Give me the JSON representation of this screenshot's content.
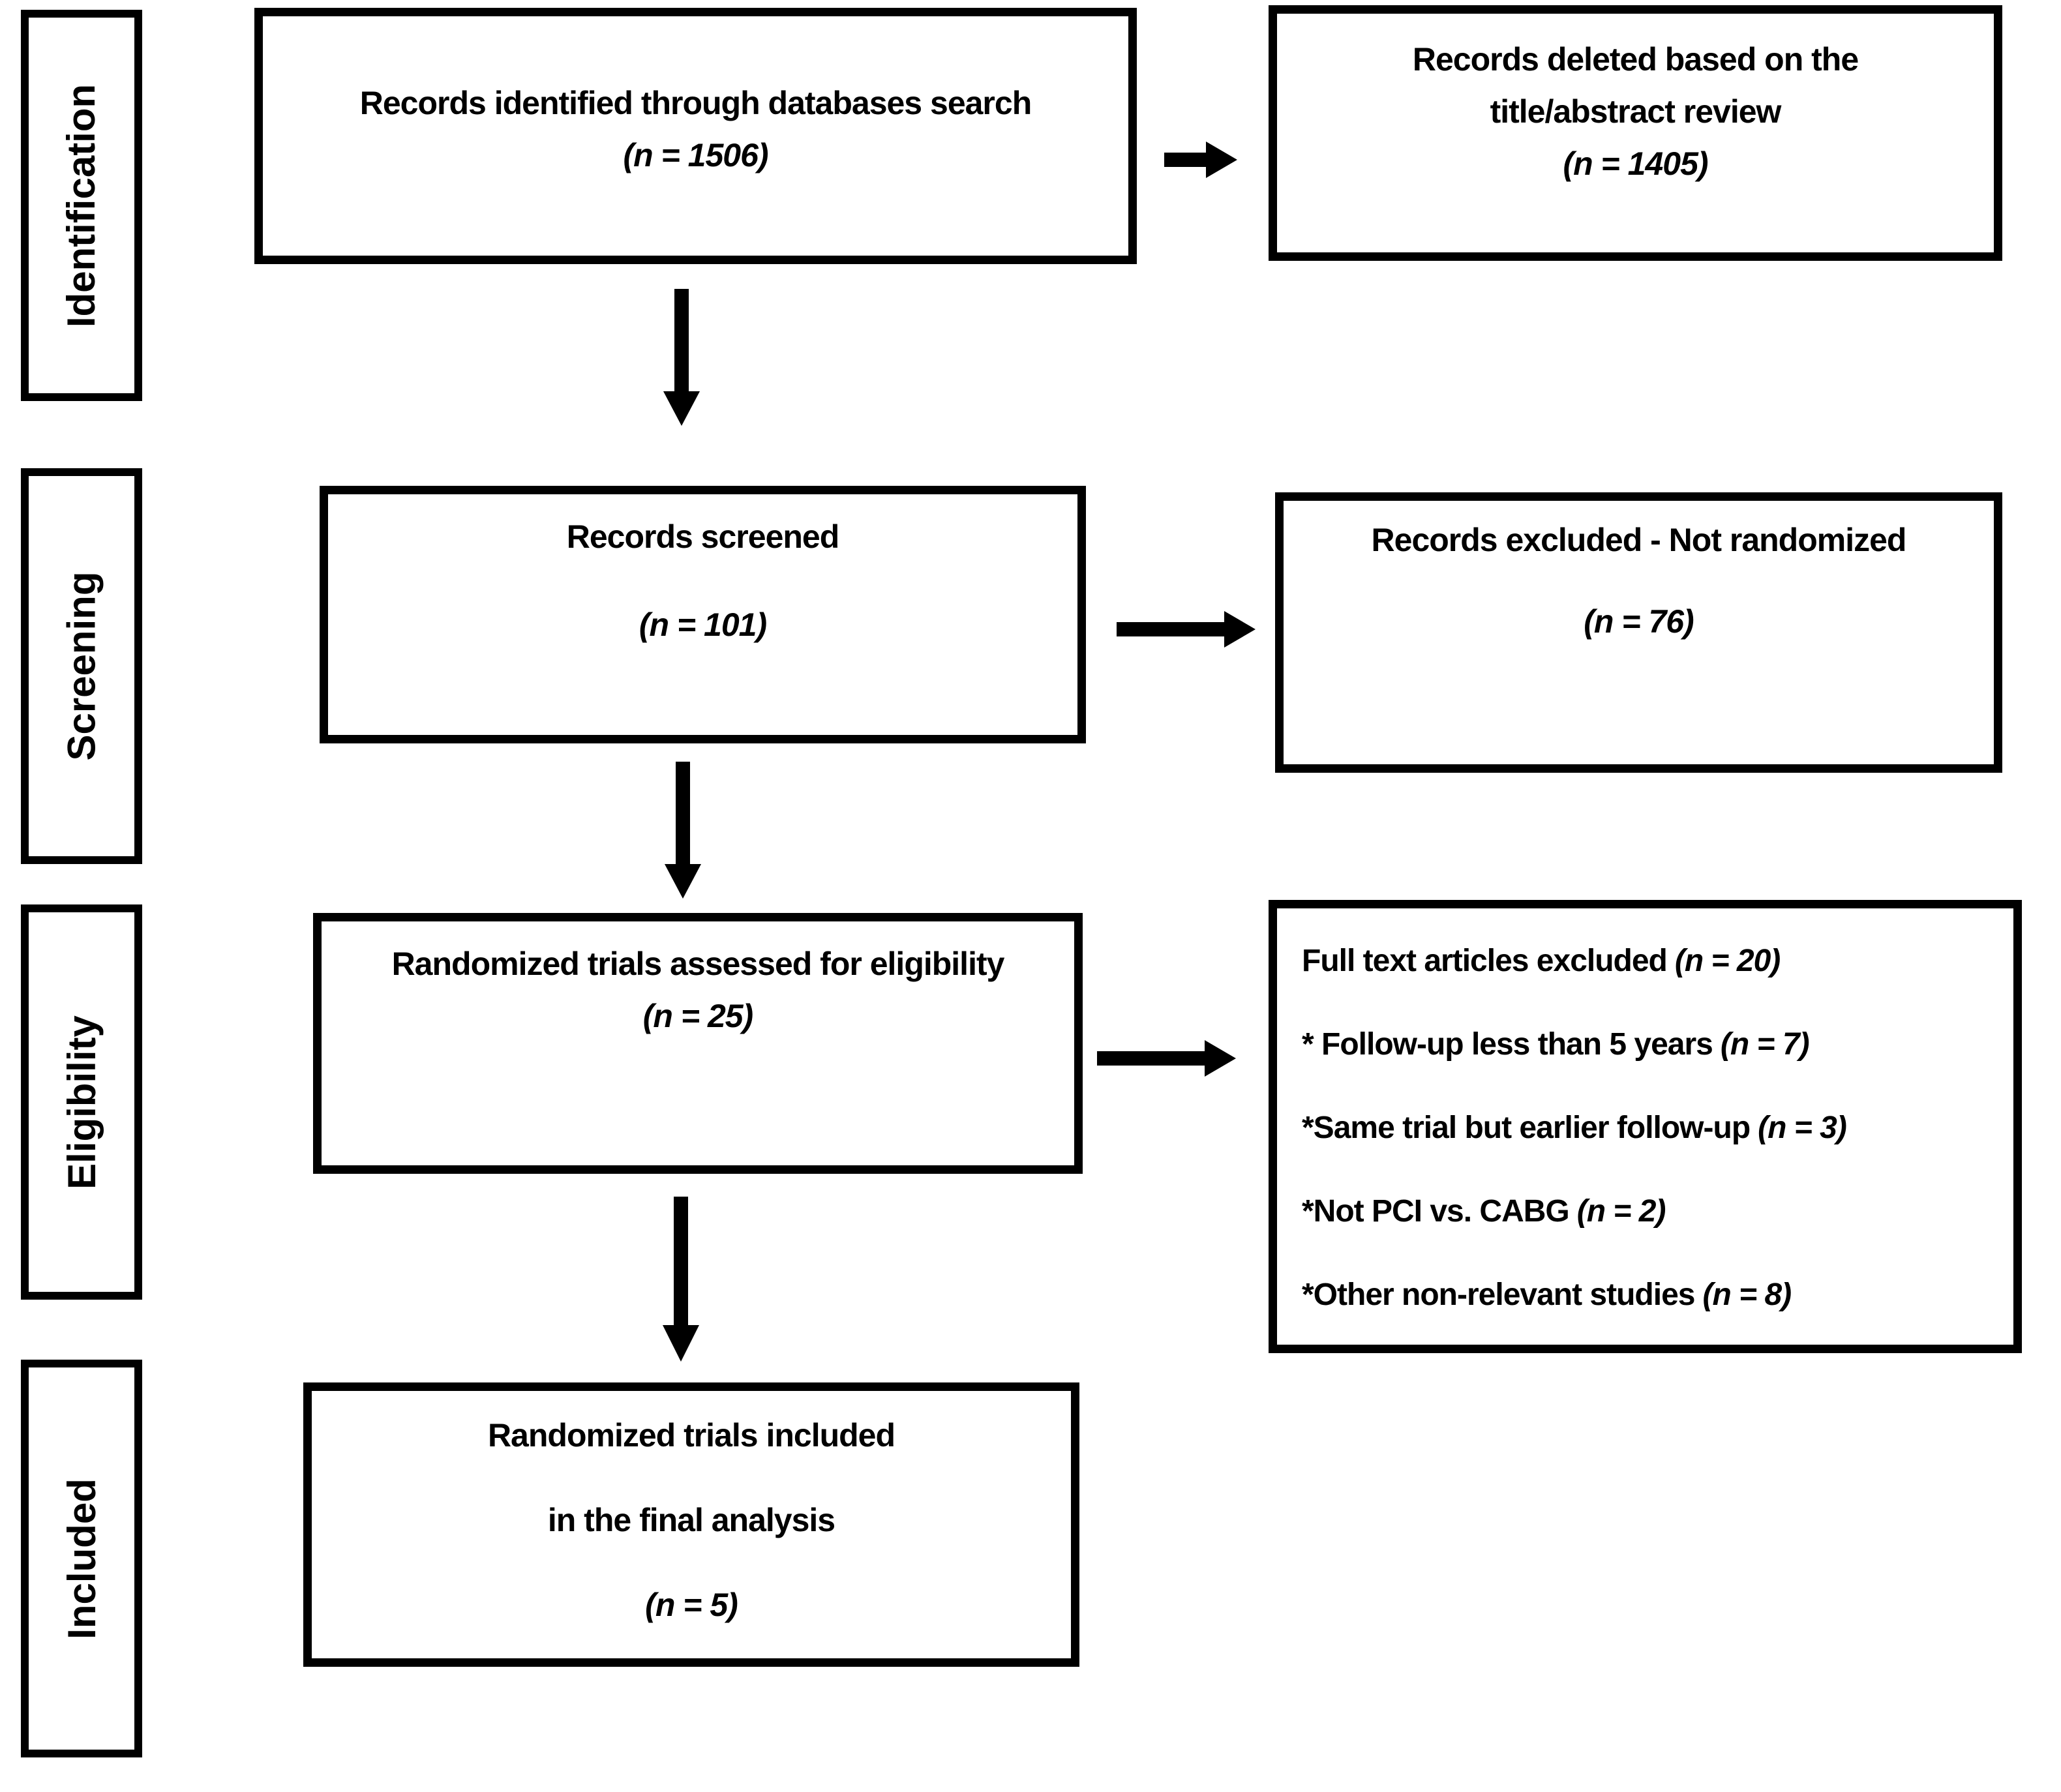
{
  "canvas": {
    "background": "#ffffff",
    "ink": "#000000"
  },
  "sidebar": {
    "items": [
      {
        "label": "Identification"
      },
      {
        "label": "Screening"
      },
      {
        "label": "Eligibility"
      },
      {
        "label": "Included"
      }
    ]
  },
  "boxes": {
    "identification": {
      "title": "Records identified through databases search",
      "count": "(n = 1506)"
    },
    "deleted": {
      "line1": "Records deleted based on the",
      "line2": "title/abstract review",
      "count": "(n = 1405)"
    },
    "screened": {
      "title": "Records screened",
      "count": "(n = 101)"
    },
    "not_randomized": {
      "title": "Records excluded - Not randomized",
      "count": "(n = 76)"
    },
    "assessed": {
      "title": "Randomized trials assessed for eligibility",
      "count": "(n = 25)"
    },
    "full_text_excluded": {
      "title": "Full text articles excluded",
      "title_count": "(n = 20)",
      "reasons": [
        {
          "text": "* Follow-up less than 5 years",
          "count": "(n = 7)"
        },
        {
          "text": "*Same trial but earlier follow-up",
          "count": "(n = 3)"
        },
        {
          "text": "*Not PCI vs. CABG",
          "count": "(n = 2)"
        },
        {
          "text": "*Other non-relevant studies",
          "count": "(n = 8)"
        }
      ]
    },
    "included_final": {
      "line1": "Randomized trials included",
      "line2": "in the final analysis",
      "count": "(n = 5)"
    }
  }
}
